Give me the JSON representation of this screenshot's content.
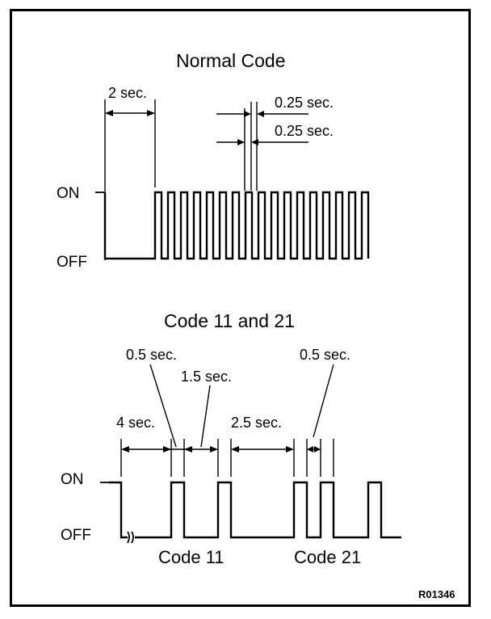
{
  "normal_code": {
    "title": "Normal Code",
    "label_2sec": "2 sec.",
    "label_025_a": "0.25 sec.",
    "label_025_b": "0.25 sec.",
    "on_label": "ON",
    "off_label": "OFF"
  },
  "code_11_21": {
    "title": "Code 11 and 21",
    "label_05_left": "0.5 sec.",
    "label_15": "1.5 sec.",
    "label_4sec": "4 sec.",
    "label_25": "2.5 sec.",
    "label_05_right": "0.5 sec.",
    "on_label": "ON",
    "off_label": "OFF",
    "code11_label": "Code 11",
    "code21_label": "Code 21"
  },
  "reference": "R01346"
}
